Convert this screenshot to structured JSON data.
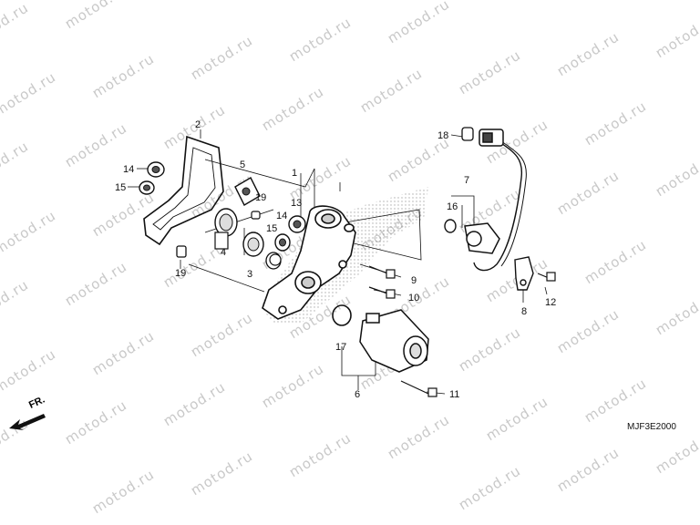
{
  "diagram": {
    "code": "MJF3E2000",
    "front_label": "FR.",
    "watermark": "motod.ru",
    "labels": {
      "l1": "1",
      "l2": "2",
      "l3": "3",
      "l4": "4",
      "l5": "5",
      "l6": "6",
      "l7": "7",
      "l8": "8",
      "l9": "9",
      "l10": "10",
      "l11": "11",
      "l12": "12",
      "l13": "13",
      "l14a": "14",
      "l14b": "14",
      "l15a": "15",
      "l15b": "15",
      "l16": "16",
      "l17": "17",
      "l18": "18",
      "l19a": "19",
      "l19b": "19"
    }
  }
}
